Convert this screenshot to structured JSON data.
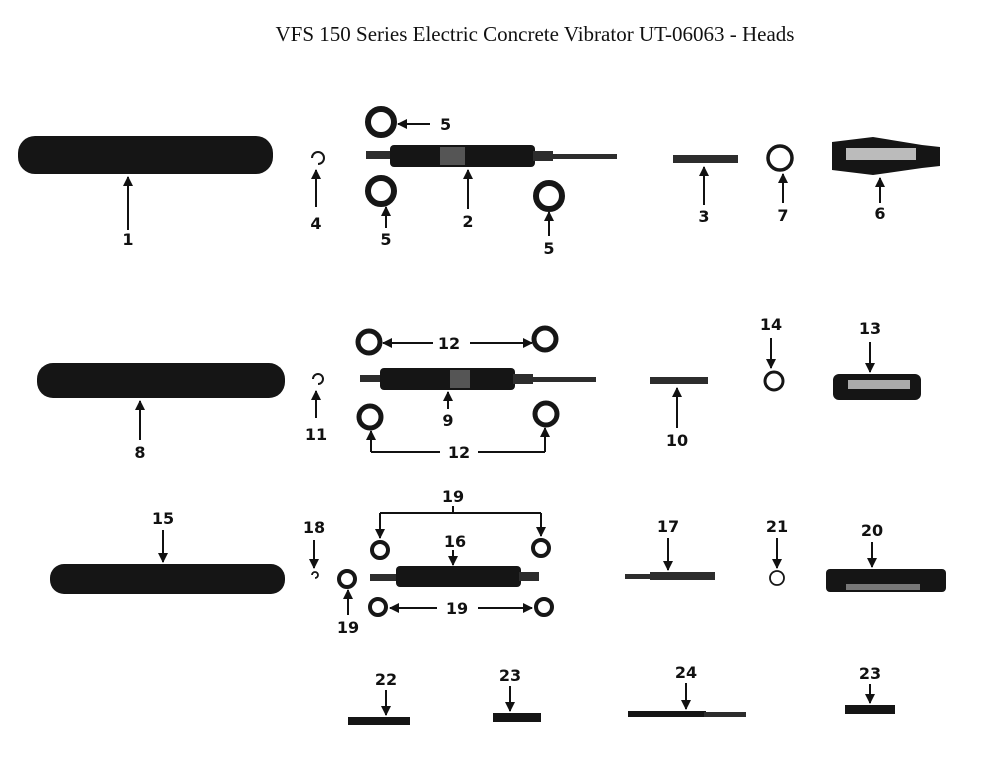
{
  "title": "VFS 150 Series Electric Concrete Vibrator UT-06063 - Heads",
  "callouts": {
    "c1": "1",
    "c2": "2",
    "c3": "3",
    "c4": "4",
    "c5a": "5",
    "c5b": "5",
    "c5c": "5",
    "c6": "6",
    "c7": "7",
    "c8": "8",
    "c9": "9",
    "c10": "10",
    "c11": "11",
    "c12a": "12",
    "c12b": "12",
    "c13": "13",
    "c14": "14",
    "c15": "15",
    "c16": "16",
    "c17": "17",
    "c18": "18",
    "c19a": "19",
    "c19b": "19",
    "c19c": "19",
    "c20": "20",
    "c21": "21",
    "c22": "22",
    "c23a": "23",
    "c23b": "23",
    "c24": "24"
  }
}
